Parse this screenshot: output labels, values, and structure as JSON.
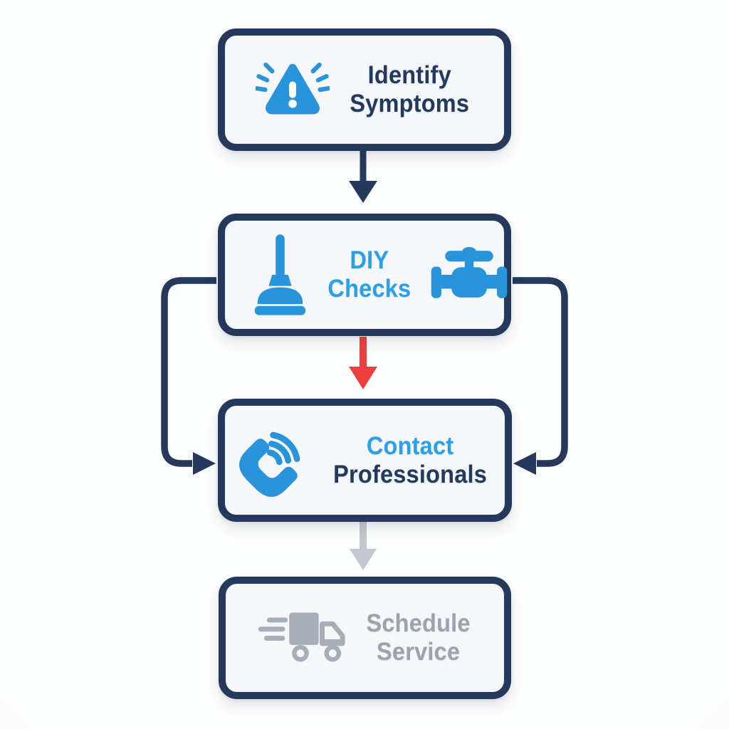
{
  "page": {
    "background": "#f7f9fb",
    "type": "flowchart"
  },
  "colors": {
    "box_border_navy": "#24395c",
    "box_fill": "#f5f7fa",
    "text_navy": "#223a5e",
    "text_blue": "#2ba0e6",
    "text_gray": "#9ba4ae",
    "icon_blue": "#2a94da",
    "icon_gray": "#a7aeb7",
    "arrow_navy": "#24395c",
    "arrow_red": "#ee3e3e",
    "arrow_gray": "#c3c8d0"
  },
  "flowchart": {
    "nodes": [
      {
        "id": "identify-symptoms",
        "label_line1": "Identify",
        "label_line2": "Symptoms",
        "icons": [
          "alert-triangle-icon"
        ]
      },
      {
        "id": "diy-checks",
        "label_line1": "DIY",
        "label_line2": "Checks",
        "icons": [
          "plunger-icon",
          "valve-icon"
        ]
      },
      {
        "id": "contact-professionals",
        "label_line1": "Contact",
        "label_line2": "Professionals",
        "icons": [
          "phone-call-icon"
        ]
      },
      {
        "id": "schedule-service",
        "label_line1": "Schedule",
        "label_line2": "Service",
        "icons": [
          "delivery-truck-icon"
        ]
      }
    ],
    "connectors": [
      {
        "from": "identify-symptoms",
        "to": "diy-checks",
        "shape": "straight-down",
        "color": "#24395c"
      },
      {
        "from": "diy-checks",
        "to": "contact-professionals",
        "shape": "straight-down",
        "color": "#ee3e3e"
      },
      {
        "from": "diy-checks",
        "to": "contact-professionals",
        "shape": "elbow-left",
        "color": "#24395c"
      },
      {
        "from": "diy-checks",
        "to": "contact-professionals",
        "shape": "elbow-right",
        "color": "#24395c"
      },
      {
        "from": "contact-professionals",
        "to": "schedule-service",
        "shape": "straight-down",
        "color": "#c3c8d0"
      }
    ]
  }
}
